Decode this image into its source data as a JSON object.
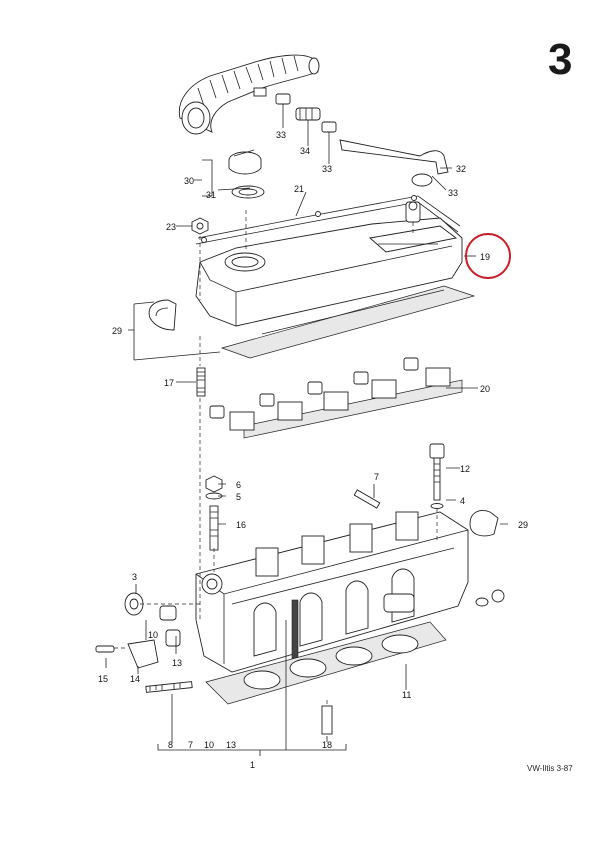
{
  "page_number": "3",
  "footer": "VW-Iltis 3-87",
  "highlight_color": "#c8202a",
  "callouts": {
    "c1": "1",
    "c3": "3",
    "c4": "4",
    "c5": "5",
    "c6": "6",
    "c7a": "7",
    "c7b": "7",
    "c8": "8",
    "c10a": "10",
    "c10b": "10",
    "c11": "11",
    "c12": "12",
    "c13a": "13",
    "c13b": "13",
    "c14": "14",
    "c15": "15",
    "c16": "16",
    "c17": "17",
    "c18": "18",
    "c19": "19",
    "c20": "20",
    "c21": "21",
    "c23": "23",
    "c29a": "29",
    "c29b": "29",
    "c30": "30",
    "c31": "31",
    "c32": "32",
    "c33a": "33",
    "c33b": "33",
    "c33c": "33",
    "c34": "34"
  }
}
